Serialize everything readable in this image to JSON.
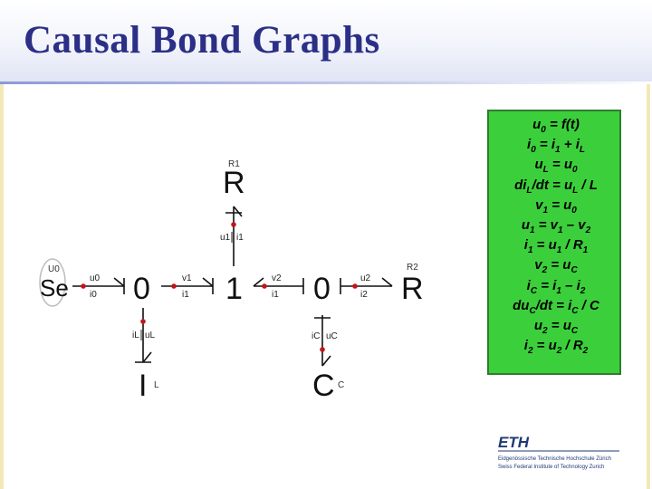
{
  "title": "Causal Bond Graphs",
  "nodes": {
    "se": "Se",
    "se_tag": "U0",
    "junction0_left": "0",
    "junction1": "1",
    "junction0_right": "0",
    "r1": "R",
    "r1_tag": "R1",
    "r2": "R",
    "r2_tag": "R2",
    "inductor": "I",
    "inductor_tag": "L",
    "capacitor": "C",
    "capacitor_tag": "C"
  },
  "bonds": {
    "b0_effort": "u0",
    "b0_flow": "i0",
    "b1_effort": "v1",
    "b1_flow": "i1",
    "b2_effort": "v2",
    "b2_flow": "i1",
    "b3_effort": "u2",
    "b3_flow": "i2",
    "bR1_effort": "u1",
    "bR1_flow": "i1",
    "bL_effort": "uL",
    "bL_flow": "iL",
    "bC_effort": "uC",
    "bC_flow": "iC"
  },
  "equations": [
    {
      "pre": "u",
      "sub": "0",
      "post": " = f(t)"
    },
    {
      "pre": "i",
      "sub": "0",
      "post": " = i",
      "sub2": "1",
      "post2": " + i",
      "sub3": "L",
      "post3": ""
    },
    {
      "pre": "u",
      "sub": "L",
      "post": " = u",
      "sub2": "0",
      "post2": ""
    },
    {
      "pre": "di",
      "sub": "L",
      "post": "/dt = u",
      "sub2": "L",
      "post2": " / L"
    },
    {
      "pre": "v",
      "sub": "1",
      "post": " = u",
      "sub2": "0",
      "post2": ""
    },
    {
      "pre": "u",
      "sub": "1",
      "post": " = v",
      "sub2": "1",
      "post2": " – v",
      "sub3": "2",
      "post3": ""
    },
    {
      "pre": "i",
      "sub": "1",
      "post": " = u",
      "sub2": "1",
      "post2": " / R",
      "sub3": "1",
      "post3": ""
    },
    {
      "pre": "v",
      "sub": "2",
      "post": " = u",
      "sub2": "C",
      "post2": ""
    },
    {
      "pre": "i",
      "sub": "C",
      "post": " = i",
      "sub2": "1",
      "post2": " – i",
      "sub3": "2",
      "post3": ""
    },
    {
      "pre": "du",
      "sub": "C",
      "post": "/dt = i",
      "sub2": "C",
      "post2": " / C"
    },
    {
      "pre": "u",
      "sub": "2",
      "post": " = u",
      "sub2": "C",
      "post2": ""
    },
    {
      "pre": "i",
      "sub": "2",
      "post": " = u",
      "sub2": "2",
      "post2": " / R",
      "sub3": "2",
      "post3": ""
    }
  ],
  "logo": {
    "mark": "ETH",
    "line1": "Eidgenössische Technische Hochschule Zürich",
    "line2": "Swiss Federal Institute of Technology Zurich"
  },
  "colors": {
    "title": "#2b2f86",
    "equation_box": "#3ccf3c",
    "bond_dot": "#c0161b"
  }
}
